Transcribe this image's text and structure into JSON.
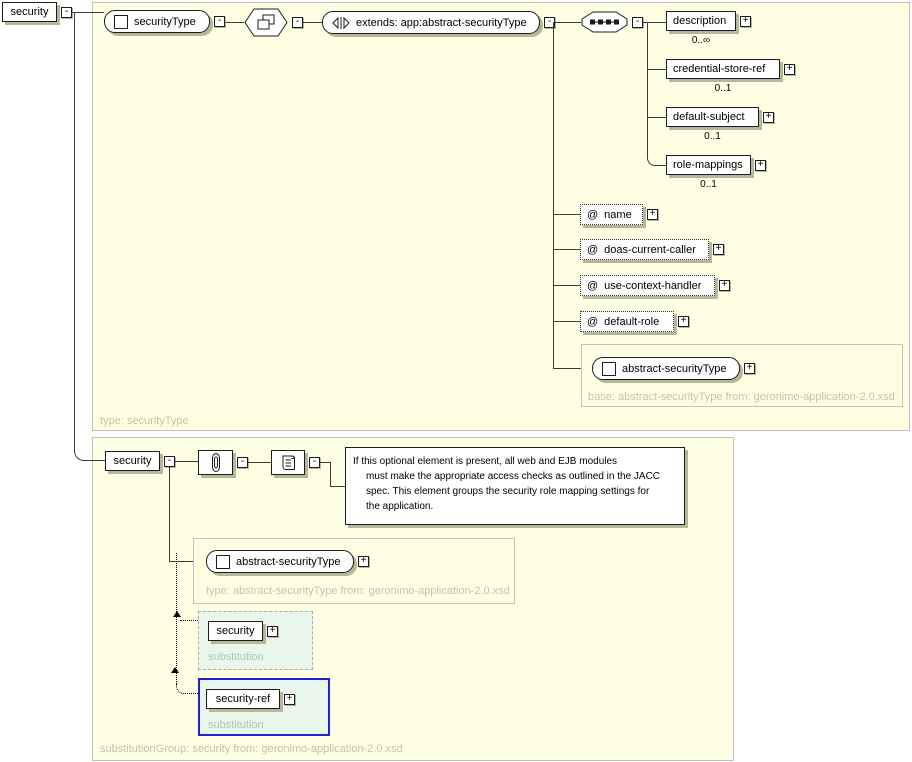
{
  "colors": {
    "panel_bg": "#FFFFE3",
    "panel_border": "#BFBFBF",
    "caption_text": "#C3C3AC",
    "connector_line": "#3C3C3C",
    "box_border": "#1C1C1C",
    "substitution_bg": "#E9F6EB",
    "substitution_selected_border": "#2121CE"
  },
  "icons": {
    "plus": "+",
    "minus": "-",
    "at": "@"
  },
  "root": {
    "label": "security"
  },
  "top": {
    "type": "securityType",
    "extends": "extends: app:abstract-securityType",
    "children": [
      {
        "name": "description",
        "occurs": "0..∞"
      },
      {
        "name": "credential-store-ref",
        "occurs": "0..1"
      },
      {
        "name": "default-subject",
        "occurs": "0..1"
      },
      {
        "name": "role-mappings",
        "occurs": "0..1"
      }
    ],
    "attributes": [
      {
        "name": "name"
      },
      {
        "name": "doas-current-caller"
      },
      {
        "name": "use-context-handler"
      },
      {
        "name": "default-role"
      }
    ],
    "base": {
      "type": "abstract-securityType",
      "caption": "base: abstract-securityType from: geronimo-application-2.0.xsd"
    },
    "caption": "type: securityType"
  },
  "bottom": {
    "element": "security",
    "doc": [
      "If this optional element is present, all web and EJB modules",
      "must make the appropriate access checks as outlined in the JACC",
      "spec. This element groups the security role mapping settings for",
      "the application."
    ],
    "typepanel": {
      "type": "abstract-securityType",
      "caption": "type: abstract-securityType from: geronimo-application-2.0.xsd"
    },
    "subs": [
      {
        "name": "security",
        "caption": "substitution"
      },
      {
        "name": "security-ref",
        "caption": "substitution"
      }
    ],
    "caption": "substitutionGroup: security from: geronimo-application-2.0.xsd"
  }
}
